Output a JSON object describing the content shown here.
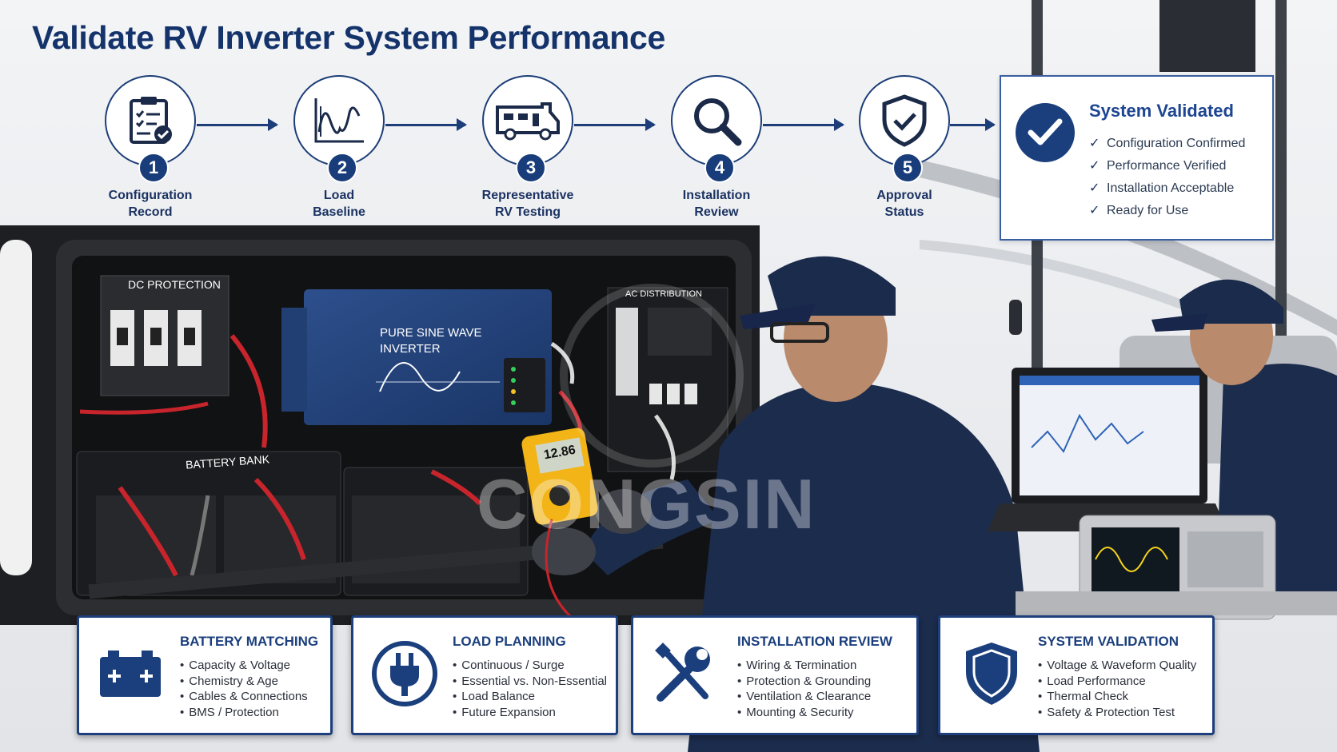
{
  "title": "Validate RV Inverter System Performance",
  "steps": [
    {
      "number": "1",
      "label_line1": "Configuration",
      "label_line2": "Record",
      "icon": "clipboard-checklist-icon"
    },
    {
      "number": "2",
      "label_line1": "Load",
      "label_line2": "Baseline",
      "icon": "waveform-graph-icon"
    },
    {
      "number": "3",
      "label_line1": "Representative",
      "label_line2": "RV Testing",
      "icon": "rv-motorhome-icon"
    },
    {
      "number": "4",
      "label_line1": "Installation",
      "label_line2": "Review",
      "icon": "magnifier-icon"
    },
    {
      "number": "5",
      "label_line1": "Approval",
      "label_line2": "Status",
      "icon": "shield-check-icon"
    }
  ],
  "validation": {
    "title": "System Validated",
    "icon": "checkmark-circle-icon",
    "items": [
      "Configuration Confirmed",
      "Performance Verified",
      "Installation Acceptable",
      "Ready for Use"
    ]
  },
  "scene": {
    "dc_protection_label": "DC PROTECTION",
    "inverter_label_line1": "PURE SINE WAVE",
    "inverter_label_line2": "INVERTER",
    "ac_distribution_label": "AC DISTRIBUTION",
    "battery_bank_label": "BATTERY BANK",
    "multimeter_reading": "12.86",
    "watermark": "CONGSIN"
  },
  "cards": [
    {
      "title": "BATTERY MATCHING",
      "icon": "battery-icon",
      "items": [
        "Capacity & Voltage",
        "Chemistry & Age",
        "Cables & Connections",
        "BMS / Protection"
      ]
    },
    {
      "title": "LOAD PLANNING",
      "icon": "power-plug-icon",
      "items": [
        "Continuous / Surge",
        "Essential vs. Non-Essential",
        "Load Balance",
        "Future Expansion"
      ]
    },
    {
      "title": "INSTALLATION REVIEW",
      "icon": "wrench-screwdriver-icon",
      "items": [
        "Wiring & Termination",
        "Protection & Grounding",
        "Ventilation & Clearance",
        "Mounting & Security"
      ]
    },
    {
      "title": "SYSTEM VALIDATION",
      "icon": "shield-icon",
      "items": [
        "Voltage & Waveform Quality",
        "Load Performance",
        "Thermal Check",
        "Safety & Protection Test"
      ]
    }
  ],
  "colors": {
    "navy": "#14336b",
    "accent": "#1d4591",
    "card_border": "#1d3f7c"
  }
}
